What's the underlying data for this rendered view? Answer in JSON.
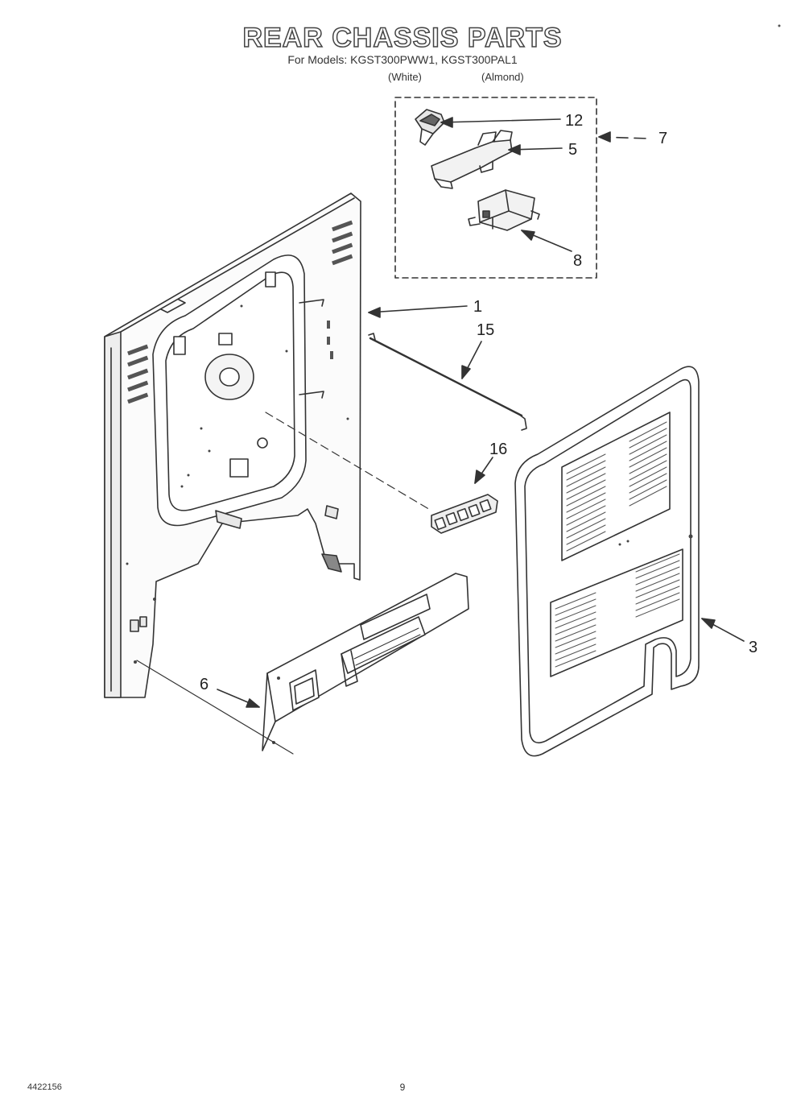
{
  "header": {
    "title": "REAR CHASSIS PARTS",
    "models": "For Models: KGST300PWW1, KGST300PAL1",
    "variant_white": "(White)",
    "variant_almond": "(Almond)"
  },
  "callouts": {
    "c1": "1",
    "c3": "3",
    "c5": "5",
    "c6": "6",
    "c7": "7",
    "c8": "8",
    "c12": "12",
    "c15": "15",
    "c16": "16"
  },
  "footer": {
    "doc_number": "4422156",
    "page_number": "9"
  }
}
